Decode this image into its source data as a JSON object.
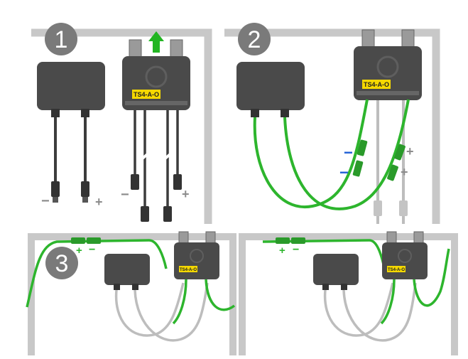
{
  "steps": [
    {
      "number": "1"
    },
    {
      "number": "2"
    },
    {
      "number": "3"
    }
  ],
  "optimizer": {
    "model_label": "TS4-A-O"
  },
  "polarity": {
    "minus": "−",
    "plus": "+"
  },
  "colors": {
    "frame": "#c8c8c8",
    "box": "#4a4a4a",
    "cable_dark": "#3c3c3c",
    "cable_green": "#2db52d",
    "cable_grey": "#bdbdbd",
    "label_yellow": "#f5d800",
    "arrow_green": "#22b522",
    "sign_grey": "#8c8c8c",
    "sign_blue": "#1f5fd6",
    "badge": "#7a7a7a"
  }
}
